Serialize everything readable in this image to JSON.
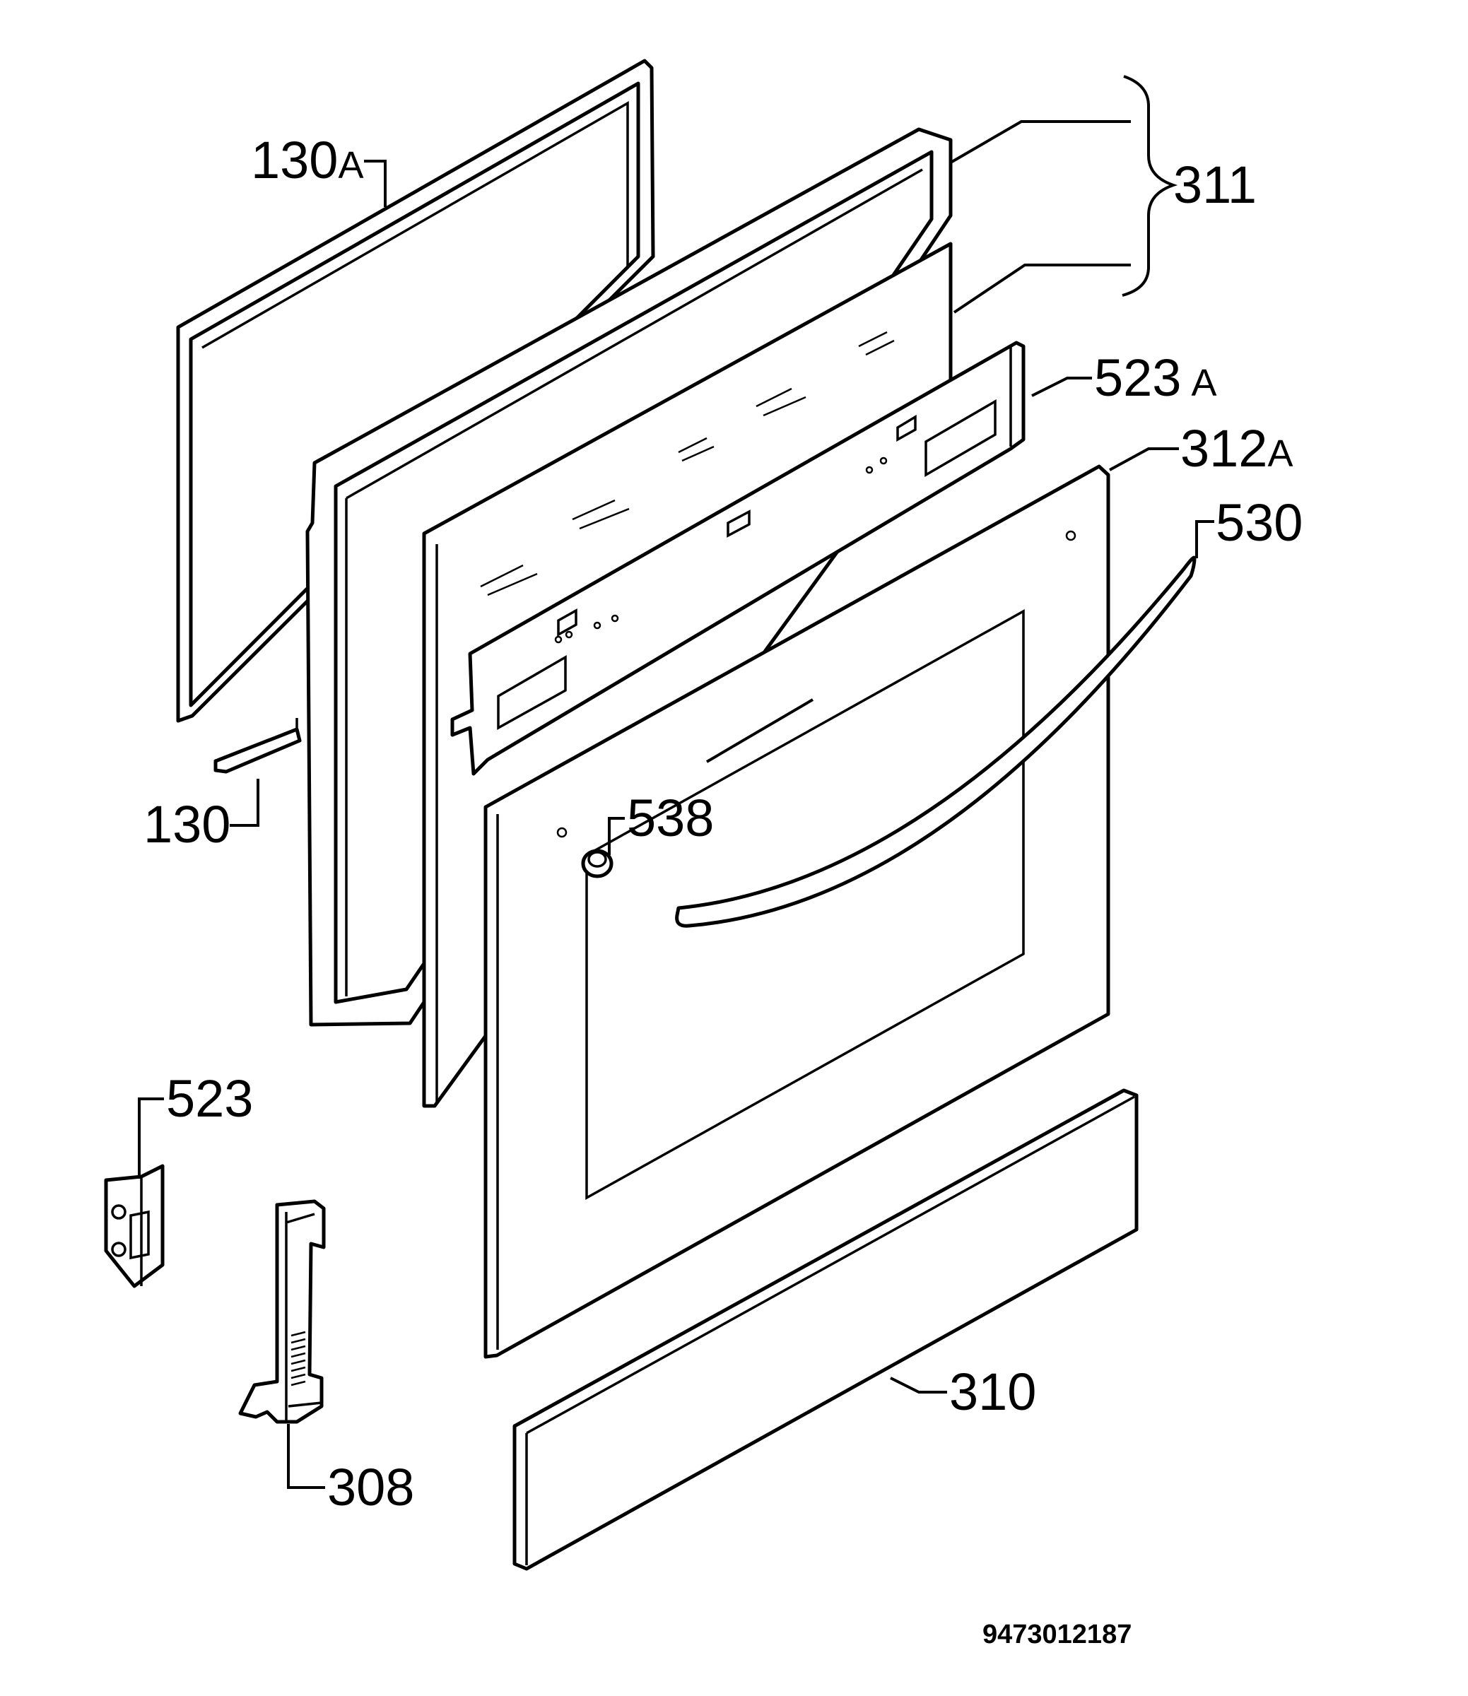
{
  "callouts": {
    "p130a": {
      "number": "130",
      "suffix": "A"
    },
    "p311": {
      "number": "311"
    },
    "p523a": {
      "number": "523",
      "suffix": "A"
    },
    "p312a": {
      "number": "312",
      "suffix": "A"
    },
    "p530": {
      "number": "530"
    },
    "p130": {
      "number": "130"
    },
    "p538": {
      "number": "538"
    },
    "p523": {
      "number": "523"
    },
    "p310": {
      "number": "310"
    },
    "p308": {
      "number": "308"
    }
  },
  "document_number": "9473012187"
}
